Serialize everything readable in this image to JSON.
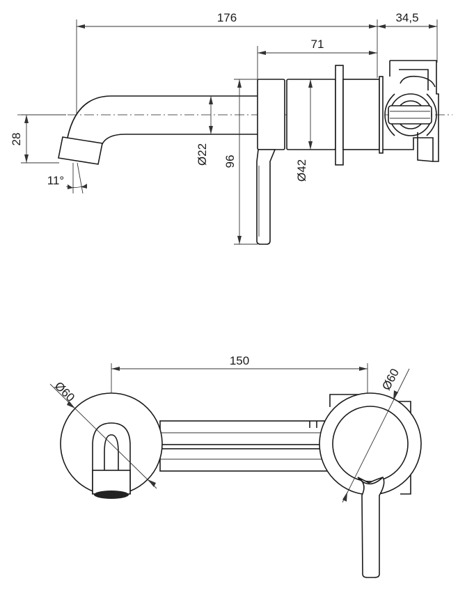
{
  "side_view": {
    "dimensions": {
      "overall_length": "176",
      "mount_depth": "34,5",
      "body_length": "71",
      "outlet_drop": "28",
      "outlet_angle": "11°",
      "spout_diameter": "Ø22",
      "lever_height": "96",
      "body_diameter": "Ø42"
    }
  },
  "top_view": {
    "dimensions": {
      "centre_distance": "150",
      "spout_plate_diameter": "Ø60",
      "mixer_plate_diameter": "Ø60"
    }
  }
}
